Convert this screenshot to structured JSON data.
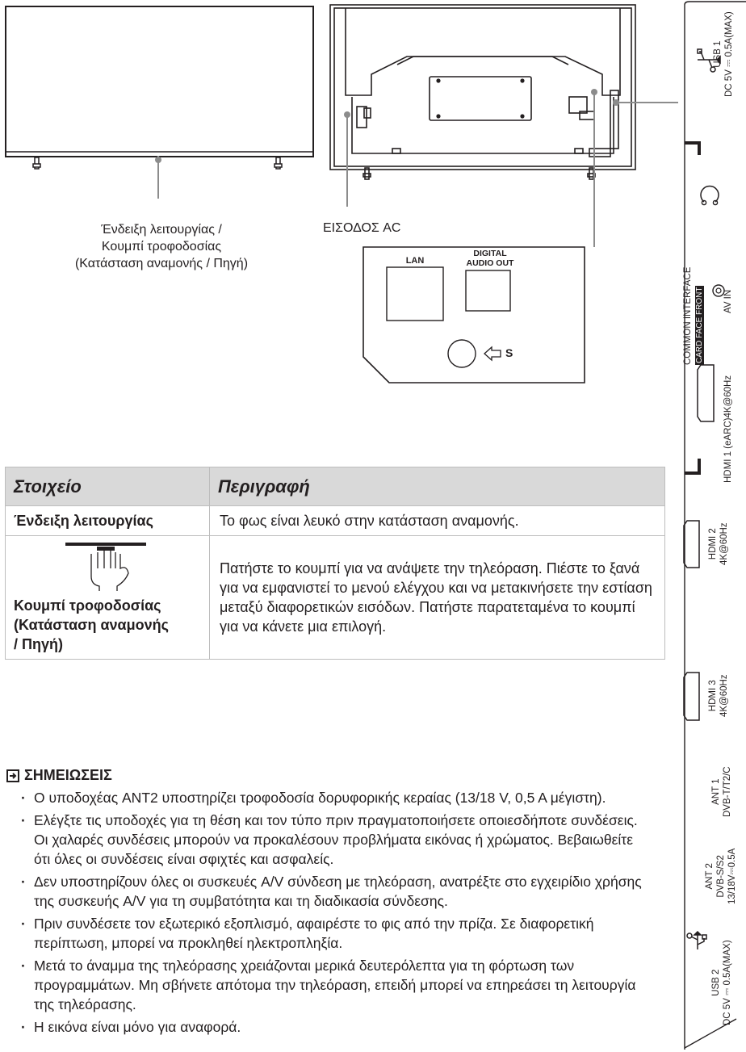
{
  "front_caption": {
    "line1": "Ένδειξη λειτουργίας /",
    "line2": "Κουμπί τροφοδοσίας",
    "line3": "(Κατάσταση αναμονής / Πηγή)"
  },
  "back_caption": "ΕΙΣΟΔΟΣ AC",
  "detail_panel": {
    "lan": "LAN",
    "digital_line1": "DIGITAL",
    "digital_line2": "AUDIO OUT",
    "s_label": "S"
  },
  "side_panel": {
    "usb1_line1": "USB 1",
    "usb1_line2": "DC 5V ⎓ 0.5A(MAX)",
    "common_interface": "COMMON INTERFACE",
    "card_face_front": "CARD FACE FRONT",
    "av_in": "AV IN",
    "hdmi1": "HDMI 1 (eARC)4K@60Hz",
    "hdmi2_line1": "HDMI 2",
    "hdmi2_line2": "4K@60Hz",
    "hdmi3_line1": "HDMI 3",
    "hdmi3_line2": "4K@60Hz",
    "ant1_line1": "ANT 1",
    "ant1_line2": "DVB-T/T2/C",
    "ant2_line1": "ANT 2",
    "ant2_line2": "DVB-S/S2",
    "ant2_line3": "13/18V⎓0.5A",
    "usb2_line1": "USB 2",
    "usb2_line2": "DC 5V ⎓ 0.5A(MAX)"
  },
  "table": {
    "header_item": "Στοιχείο",
    "header_desc": "Περιγραφή",
    "rows": [
      {
        "item": "Ένδειξη λειτουργίας",
        "desc": "Το φως είναι λευκό στην κατάσταση αναμονής."
      },
      {
        "item_line1": "Κουμπί τροφοδοσίας",
        "item_line2": "(Κατάσταση αναμονής",
        "item_line3": "/ Πηγή)",
        "desc": "Πατήστε το κουμπί για να ανάψετε την τηλεόραση. Πιέστε το ξανά για να εμφανιστεί το μενού ελέγχου και να μετακινήσετε την εστίαση μεταξύ διαφορετικών εισόδων. Πατήστε παρατεταμένα το κουμπί για να κάνετε μια επιλογή."
      }
    ]
  },
  "notes": {
    "title": "ΣΗΜΕΙΩΣΕΙΣ",
    "items": [
      "Ο υποδοχέας ANT2 υποστηρίζει τροφοδοσία δορυφορικής κεραίας (13/18 V, 0,5 A μέγιστη).",
      "Ελέγξτε τις υποδοχές για τη θέση και τον τύπο πριν πραγματοποιήσετε οποιεσδήποτε συνδέσεις. Οι χαλαρές συνδέσεις μπορούν να προκαλέσουν προβλήματα εικόνας ή χρώματος. Βεβαιωθείτε ότι όλες οι συνδέσεις είναι σφιχτές και ασφαλείς.",
      "Δεν υποστηρίζουν όλες οι συσκευές A/V σύνδεση με τηλεόραση, ανατρέξτε στο εγχειρίδιο χρήσης της συσκευής A/V για τη συμβατότητα και τη διαδικασία σύνδεσης.",
      "Πριν συνδέσετε τον εξωτερικό εξοπλισμό, αφαιρέστε το φις από την πρίζα. Σε διαφορετική περίπτωση, μπορεί να προκληθεί ηλεκτροπληξία.",
      "Μετά το άναμμα της τηλεόρασης χρειάζονται μερικά δευτερόλεπτα για τη φόρτωση των προγραμμάτων. Μη σβήνετε απότομα την τηλεόραση, επειδή μπορεί να επηρεάσει τη λειτουργία της τηλεόρασης.",
      "Η εικόνα είναι μόνο για αναφορά."
    ]
  }
}
